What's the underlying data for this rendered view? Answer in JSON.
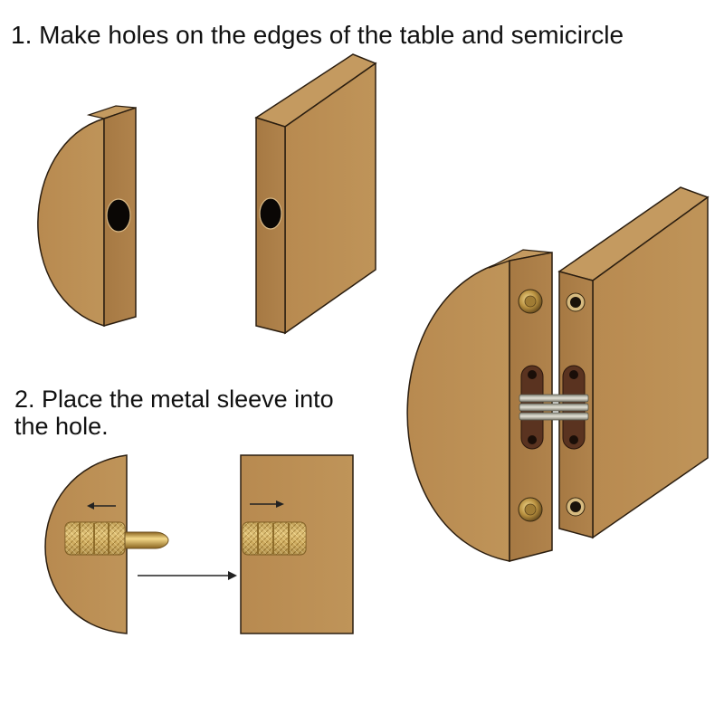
{
  "steps": [
    {
      "text": "1. Make holes on the edges of the table and semicircle"
    },
    {
      "text": "2. Place the metal sleeve into\nthe hole."
    }
  ],
  "colors": {
    "wood_face": "#B98C52",
    "wood_edge": "#A87B45",
    "wood_dark": "#8E6535",
    "outline": "#2B1E10",
    "hole": "#0A0705",
    "brass": "#C9A455",
    "brass_light": "#E8CE86",
    "bronze": "#5A3320"
  },
  "icons": [
    "semicircle-panel",
    "flat-panel",
    "drill-hole",
    "metal-sleeve",
    "brass-pin",
    "hinge-assembly",
    "arrow-left",
    "arrow-right"
  ]
}
